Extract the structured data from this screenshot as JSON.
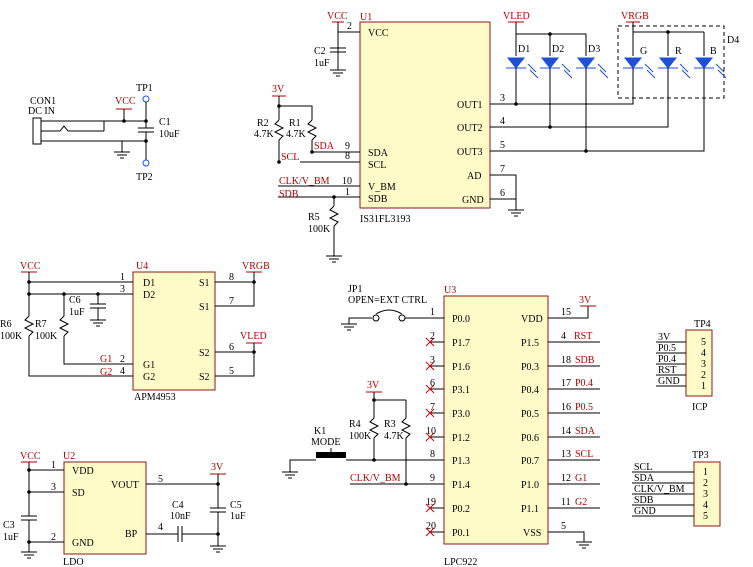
{
  "u1": {
    "ref": "U1",
    "part": "IS31FL3193",
    "pins_left": [
      {
        "num": "2",
        "name": "VCC"
      },
      {
        "num": "9",
        "name": "SDA"
      },
      {
        "num": "8",
        "name": "SCL"
      },
      {
        "num": "10",
        "name": "V_BM"
      },
      {
        "num": "1",
        "name": "SDB"
      }
    ],
    "pins_right": [
      {
        "num": "3",
        "name": "OUT1"
      },
      {
        "num": "4",
        "name": "OUT2"
      },
      {
        "num": "5",
        "name": "OUT3"
      },
      {
        "num": "7",
        "name": "AD"
      },
      {
        "num": "6",
        "name": "GND"
      }
    ]
  },
  "u1_parts": {
    "c2": "C2",
    "c2_val": "1uF",
    "vcc": "VCC",
    "r1": "R1",
    "r1_val": "4.7K",
    "r2": "R2",
    "r2_val": "4.7K",
    "v3": "3V",
    "sda": "SDA",
    "scl": "SCL",
    "clk": "CLK/V_BM",
    "sdb": "SDB",
    "r5": "R5",
    "r5_val": "100K"
  },
  "leds": {
    "vled": "VLED",
    "vrgb": "VRGB",
    "d1": "D1",
    "d2": "D2",
    "d3": "D3",
    "d4": "D4",
    "g": "G",
    "r": "R",
    "b": "B"
  },
  "con1": {
    "ref": "CON1",
    "name": "DC IN",
    "vcc": "VCC",
    "tp1": "TP1",
    "tp2": "TP2",
    "c1": "C1",
    "c1_val": "10uF"
  },
  "u4": {
    "ref": "U4",
    "part": "APM4953",
    "vcc": "VCC",
    "vrgb": "VRGB",
    "vled": "VLED",
    "r6": "R6",
    "r6_val": "100K",
    "r7": "R7",
    "r7_val": "100K",
    "c6": "C6",
    "c6_val": "1uF",
    "g1": "G1",
    "g2": "G2",
    "pins_left": [
      {
        "num": "1",
        "name": "D1"
      },
      {
        "num": "3",
        "name": "D2"
      },
      {
        "num": "2",
        "name": "G1"
      },
      {
        "num": "4",
        "name": "G2"
      }
    ],
    "pins_right": [
      {
        "num": "8",
        "name": "S1"
      },
      {
        "num": "7",
        "name": "S1"
      },
      {
        "num": "6",
        "name": "S2"
      },
      {
        "num": "5",
        "name": "S2"
      }
    ]
  },
  "u2": {
    "ref": "U2",
    "part": "LDO",
    "vcc": "VCC",
    "v3": "3V",
    "c3": "C3",
    "c3_val": "1uF",
    "c4": "C4",
    "c4_val": "10nF",
    "c5": "C5",
    "c5_val": "1uF",
    "pins_left": [
      {
        "num": "1",
        "name": "VDD"
      },
      {
        "num": "3",
        "name": "SD"
      },
      {
        "num": "2",
        "name": "GND"
      }
    ],
    "pins_right": [
      {
        "num": "5",
        "name": "VOUT"
      },
      {
        "num": "4",
        "name": "BP"
      }
    ]
  },
  "u3": {
    "ref": "U3",
    "part": "LPC922",
    "jp1": "JP1",
    "jp1_note": "OPEN=EXT CTRL",
    "v3": "3V",
    "r3": "R3",
    "r3_val": "4.7K",
    "r4": "R4",
    "r4_val": "100K",
    "k1": "K1",
    "k1_name": "MODE",
    "clk": "CLK/V_BM",
    "pins_left": [
      {
        "num": "1",
        "name": "P0.0"
      },
      {
        "num": "2",
        "name": "P1.7"
      },
      {
        "num": "3",
        "name": "P1.6"
      },
      {
        "num": "6",
        "name": "P3.1"
      },
      {
        "num": "7",
        "name": "P3.0"
      },
      {
        "num": "10",
        "name": "P1.2"
      },
      {
        "num": "8",
        "name": "P1.3"
      },
      {
        "num": "9",
        "name": "P1.4"
      },
      {
        "num": "19",
        "name": "P0.2"
      },
      {
        "num": "20",
        "name": "P0.1"
      }
    ],
    "pins_right": [
      {
        "num": "15",
        "name": "VDD",
        "net": "3V"
      },
      {
        "num": "4",
        "name": "P1.5",
        "net": "RST"
      },
      {
        "num": "18",
        "name": "P0.3",
        "net": "SDB"
      },
      {
        "num": "17",
        "name": "P0.4",
        "net": "P0.4"
      },
      {
        "num": "16",
        "name": "P0.5",
        "net": "P0.5"
      },
      {
        "num": "14",
        "name": "P0.6",
        "net": "SDA"
      },
      {
        "num": "13",
        "name": "P0.7",
        "net": "SCL"
      },
      {
        "num": "12",
        "name": "P1.0",
        "net": "G1"
      },
      {
        "num": "11",
        "name": "P1.1",
        "net": "G2"
      },
      {
        "num": "5",
        "name": "VSS",
        "net": ""
      }
    ]
  },
  "tp4": {
    "ref": "TP4",
    "name": "ICP",
    "nets": [
      "3V",
      "P0.5",
      "P0.4",
      "RST",
      "GND"
    ],
    "pins": [
      "5",
      "4",
      "3",
      "2",
      "1"
    ]
  },
  "tp3": {
    "ref": "TP3",
    "nets": [
      "SCL",
      "SDA",
      "CLK/V_BM",
      "SDB",
      "GND"
    ],
    "pins": [
      "1",
      "2",
      "3",
      "4",
      "5"
    ]
  }
}
